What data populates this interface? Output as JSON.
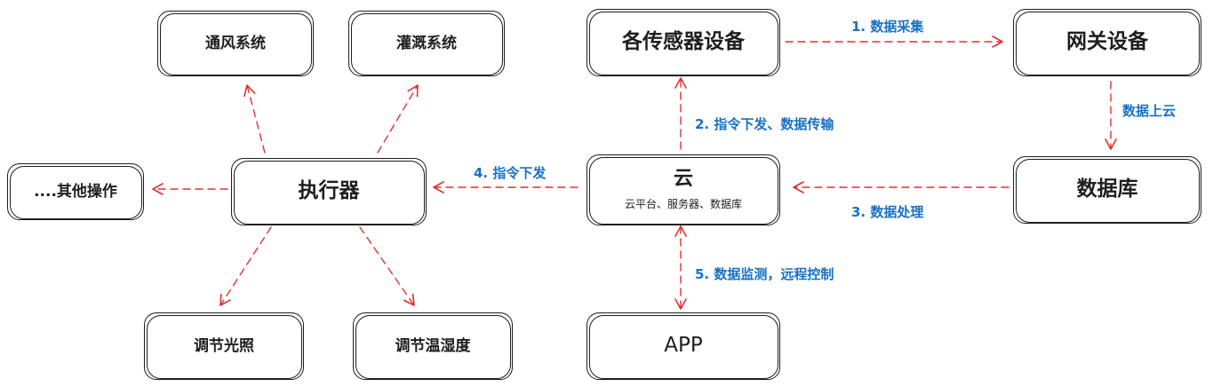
{
  "colors": {
    "arrow": "#e03131",
    "edge_label": "#1971c2",
    "node_border": "#1e1e1e"
  },
  "nodes": {
    "sensors": "各传感器设备",
    "gateway": "网关设备",
    "database": "数据库",
    "cloud": "云",
    "cloud_sub": "云平台、服务器、数据库",
    "app": "APP",
    "actuator": "执行器",
    "ventilation": "通风系统",
    "irrigation": "灌溉系统",
    "other_ops": "....其他操作",
    "lighting": "调节光照",
    "temp_humidity": "调节温湿度"
  },
  "edges": {
    "data_collection": "1. 数据采集",
    "data_to_cloud": "数据上云",
    "command_transfer": "2. 指令下发、数据传输",
    "data_processing": "3. 数据处理",
    "command_issue": "4. 指令下发",
    "monitoring_control": "5. 数据监测，远程控制"
  }
}
